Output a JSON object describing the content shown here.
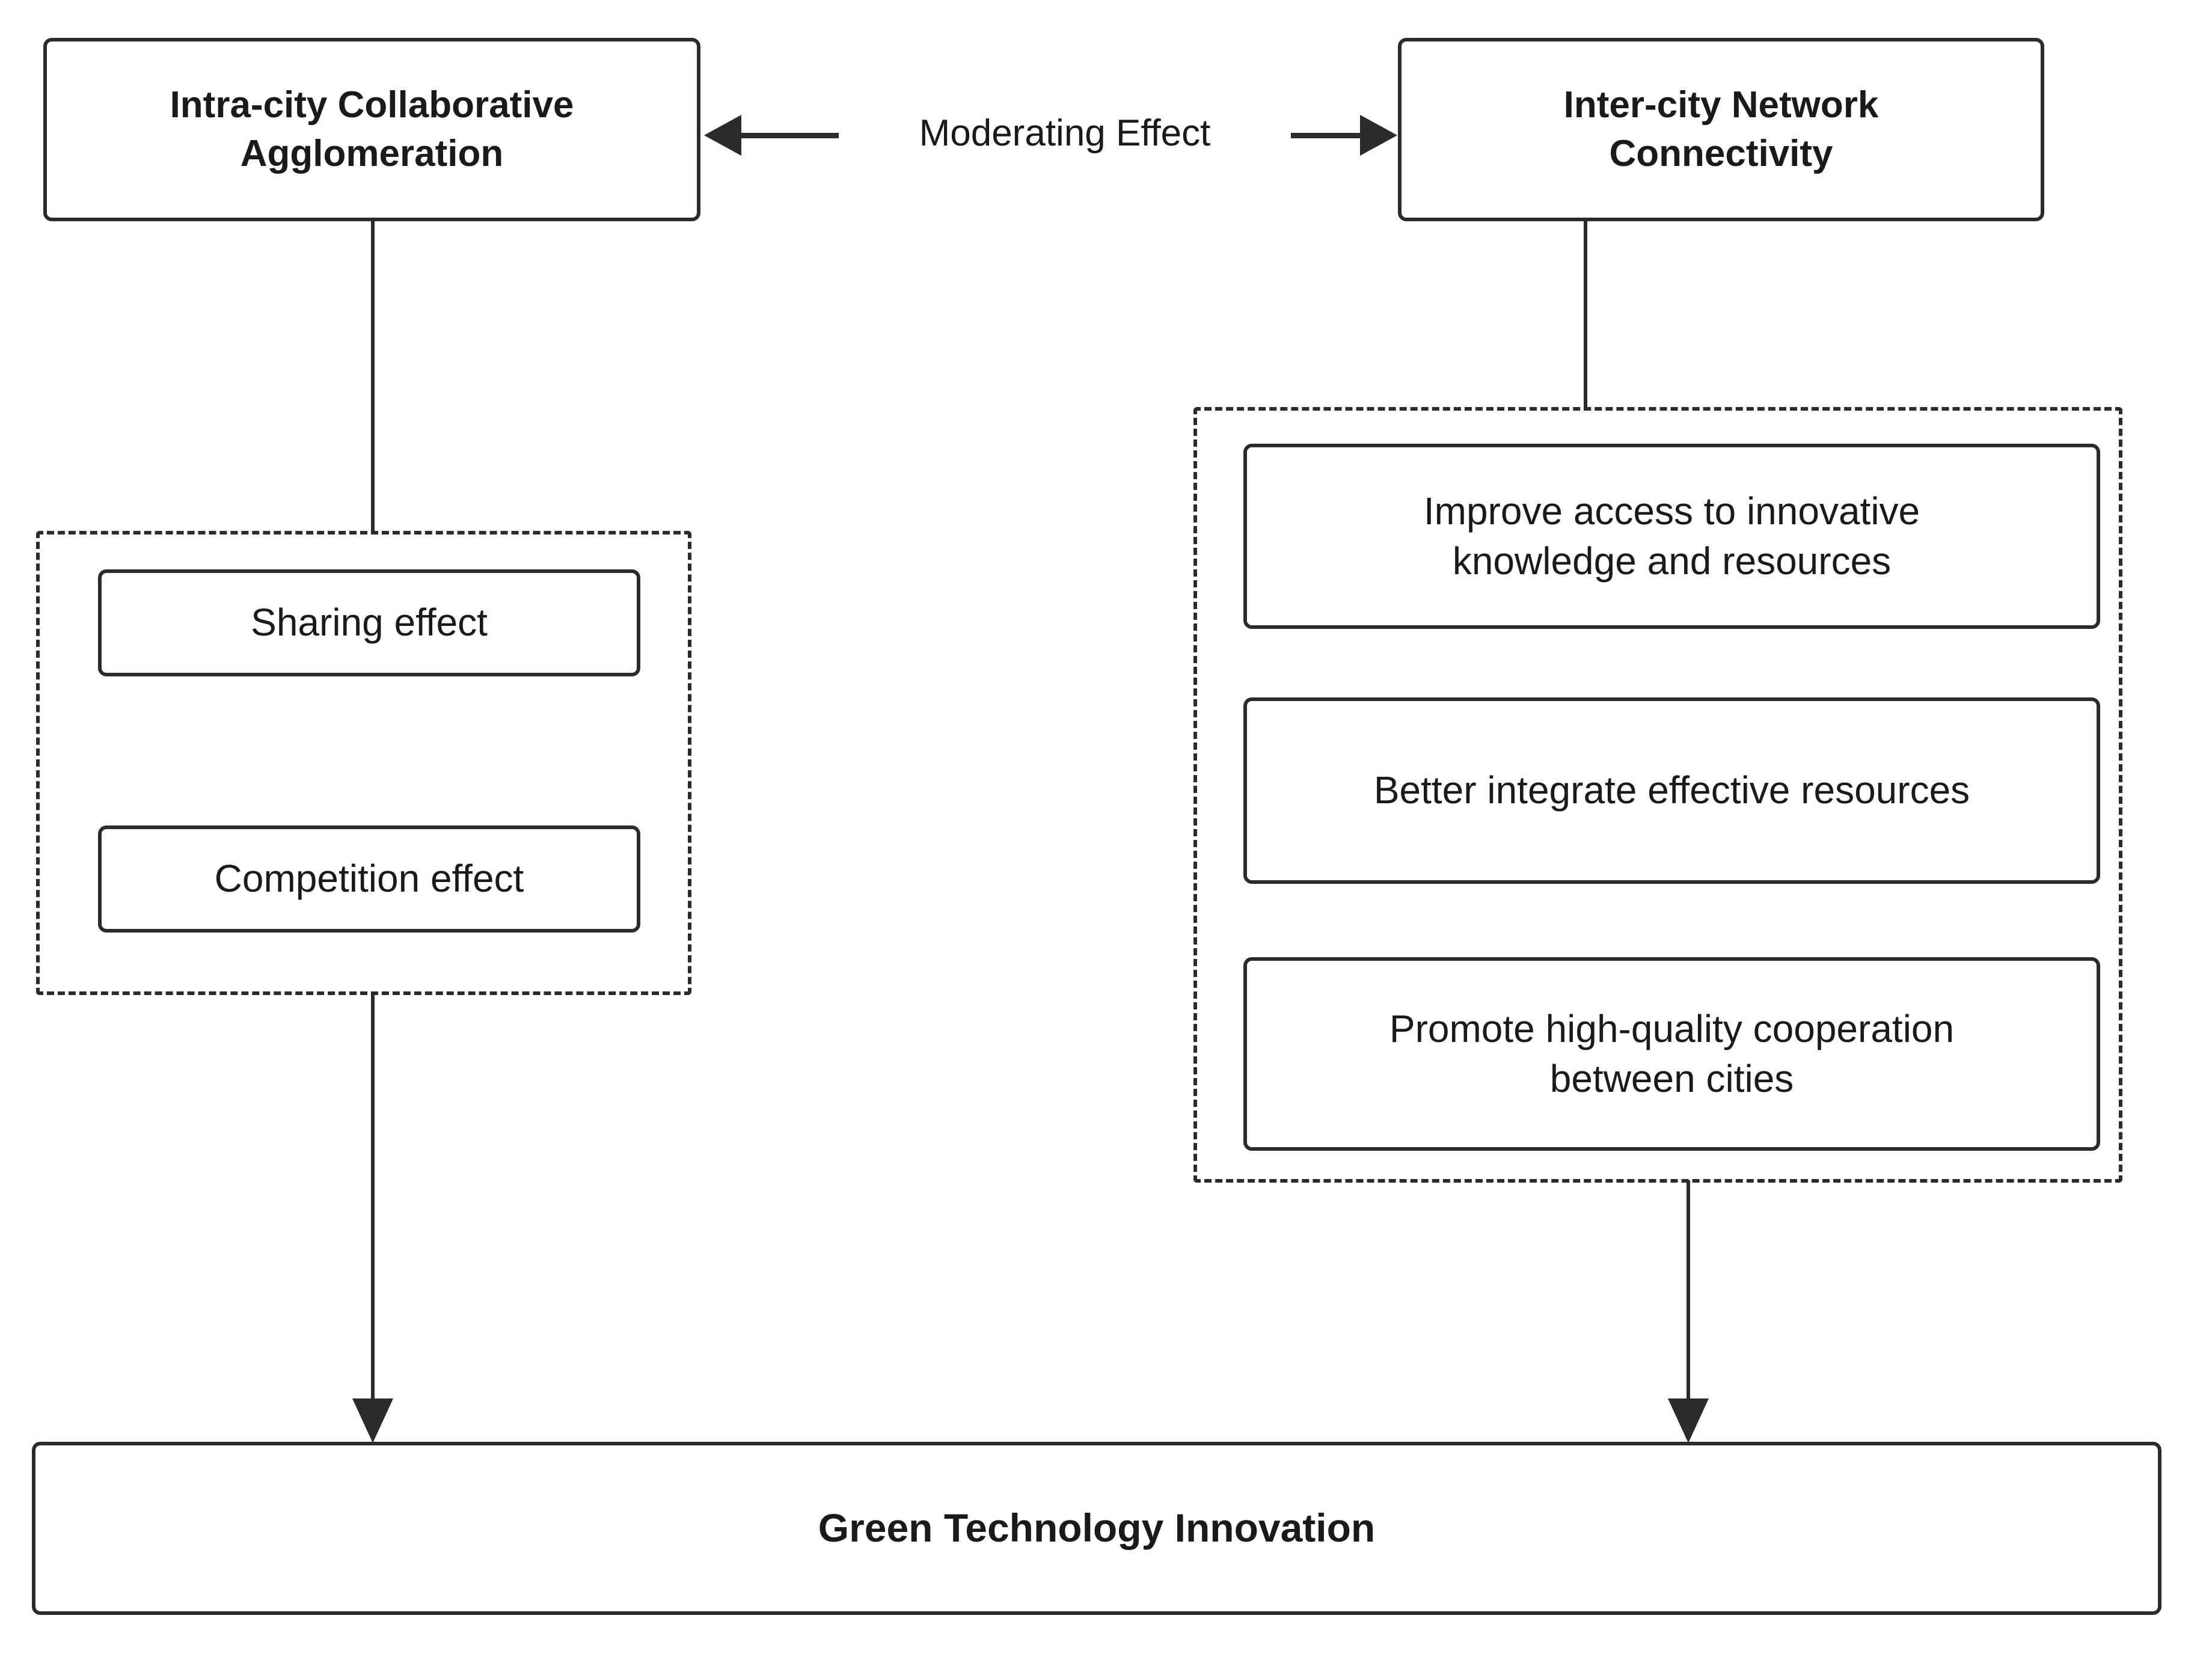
{
  "diagram": {
    "type": "flowchart",
    "title_nodes": {
      "intra_city": "Intra-city Collaborative\nAgglomeration",
      "intra_city_line1": "Intra-city Collaborative",
      "intra_city_line2": "Agglomeration",
      "inter_city_line1": "Inter-city Network",
      "inter_city_line2": "Connectivity"
    },
    "edges": {
      "moderating_effect": "Moderating Effect"
    },
    "intra_city_group": {
      "items": [
        {
          "label": "Sharing effect"
        },
        {
          "label": "Competition effect"
        }
      ]
    },
    "inter_city_group": {
      "items": [
        {
          "line1": "Improve access to innovative",
          "line2": "knowledge and resources"
        },
        {
          "line1": "Better integrate effective resources",
          "line2": ""
        },
        {
          "line1": "Promote high-quality cooperation",
          "line2": "between cities"
        }
      ]
    },
    "outcome": {
      "label": "Green Technology Innovation"
    },
    "colors": {
      "stroke": "#2b2b2b",
      "background": "#ffffff",
      "text": "#1a1a1a"
    }
  }
}
